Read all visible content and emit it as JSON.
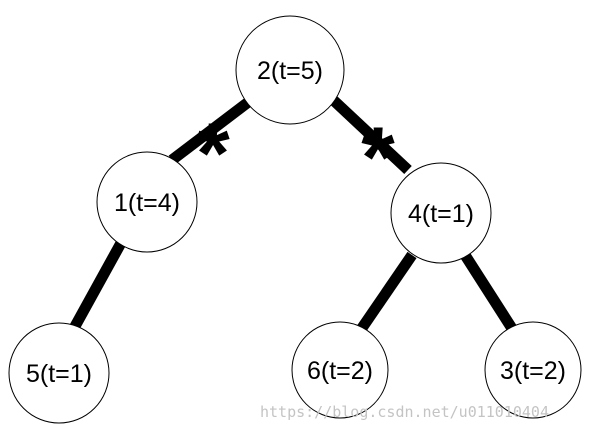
{
  "tree": {
    "nodes": [
      {
        "id": "n2",
        "label": "2(t=5)"
      },
      {
        "id": "n1",
        "label": "1(t=4)"
      },
      {
        "id": "n4",
        "label": "4(t=1)"
      },
      {
        "id": "n5",
        "label": "5(t=1)"
      },
      {
        "id": "n6",
        "label": "6(t=2)"
      },
      {
        "id": "n3",
        "label": "3(t=2)"
      }
    ],
    "edges": [
      {
        "from": "n2",
        "to": "n1",
        "cut": true
      },
      {
        "from": "n2",
        "to": "n4",
        "cut": true
      },
      {
        "from": "n1",
        "to": "n5",
        "cut": false
      },
      {
        "from": "n4",
        "to": "n6",
        "cut": false
      },
      {
        "from": "n4",
        "to": "n3",
        "cut": false
      }
    ],
    "cut_mark": "*"
  },
  "watermark": "https://blog.csdn.net/u011010404",
  "colors": {
    "line": "#000000",
    "node_fill": "#ffffff",
    "watermark": "#c4c4c4"
  }
}
